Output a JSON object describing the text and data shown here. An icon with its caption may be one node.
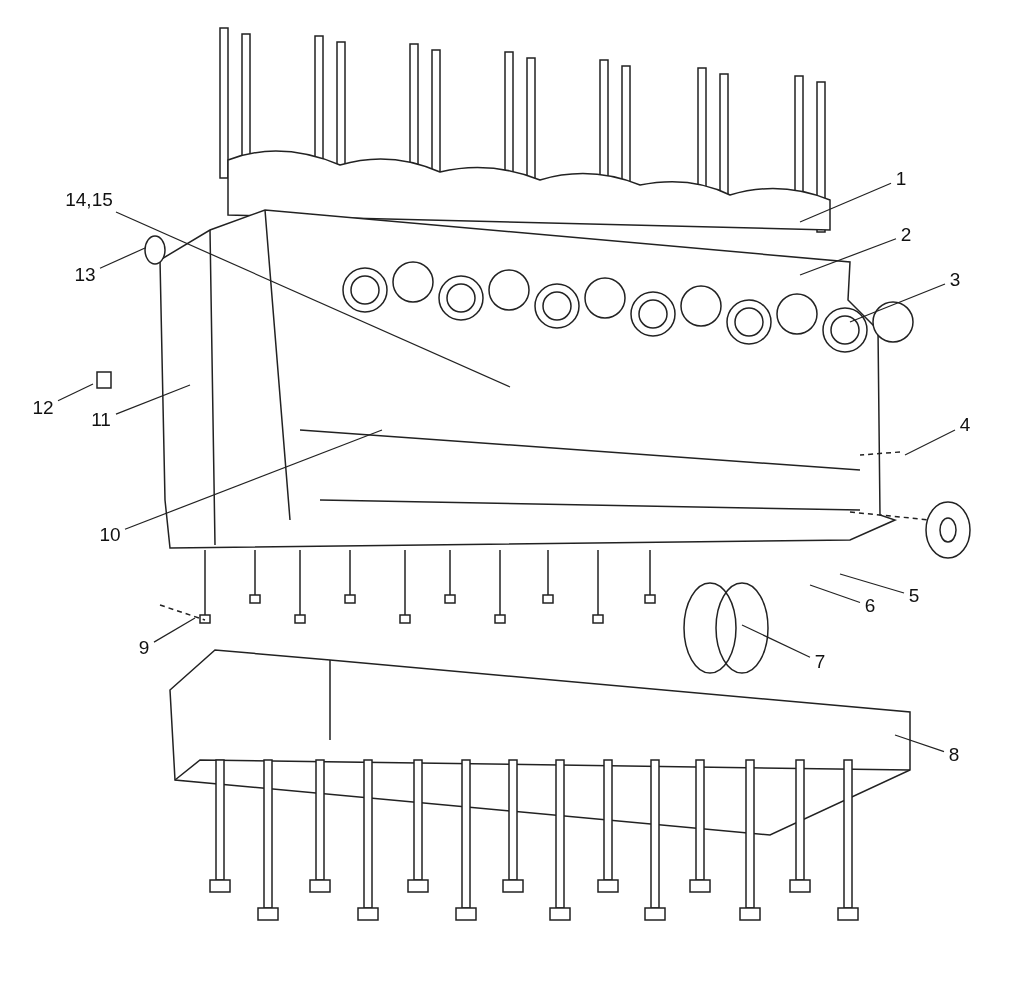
{
  "diagram": {
    "nodes": [
      {
        "text": [
          "1"
        ]
      },
      {
        "text": [
          "2"
        ]
      },
      {
        "text": [
          "3"
        ]
      },
      {
        "text": [
          "4"
        ]
      },
      {
        "text": [
          "5"
        ]
      },
      {
        "text": [
          "6"
        ]
      },
      {
        "text": [
          "7"
        ]
      },
      {
        "text": [
          "8"
        ]
      },
      {
        "text": [
          "9"
        ]
      },
      {
        "text": [
          "10"
        ]
      },
      {
        "text": [
          "11"
        ]
      },
      {
        "text": [
          "12"
        ]
      },
      {
        "text": [
          "13"
        ]
      },
      {
        "text": [
          "14,15"
        ]
      }
    ],
    "edges": [
      {
        "from": 0,
        "to": null,
        "arrow": "none"
      },
      {
        "from": 1,
        "to": null,
        "arrow": "none"
      },
      {
        "from": 2,
        "to": null,
        "arrow": "none"
      },
      {
        "from": 3,
        "to": null,
        "arrow": "none"
      },
      {
        "from": 4,
        "to": null,
        "arrow": "none"
      },
      {
        "from": 5,
        "to": null,
        "arrow": "none"
      },
      {
        "from": 6,
        "to": null,
        "arrow": "none"
      },
      {
        "from": 7,
        "to": null,
        "arrow": "none"
      },
      {
        "from": 8,
        "to": null,
        "arrow": "none"
      },
      {
        "from": 9,
        "to": null,
        "arrow": "none"
      },
      {
        "from": 10,
        "to": null,
        "arrow": "none"
      },
      {
        "from": 11,
        "to": null,
        "arrow": "none"
      },
      {
        "from": 12,
        "to": null,
        "arrow": "none"
      },
      {
        "from": 13,
        "to": null,
        "arrow": "none"
      }
    ]
  }
}
